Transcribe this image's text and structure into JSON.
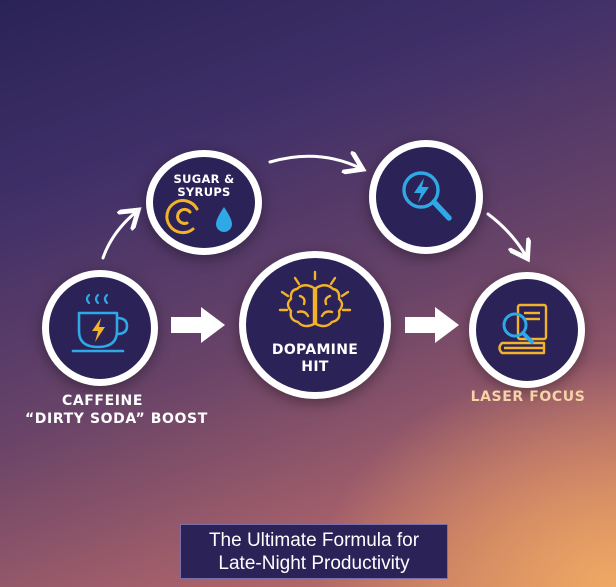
{
  "nodes": {
    "caffeine": {
      "caption_line1": "CAFFEINE",
      "caption_line2": "“DIRTY SODA” BOOST"
    },
    "sugar": {
      "label_line1": "SUGAR &",
      "label_line2": "SYRUPS"
    },
    "dopamine": {
      "label_line1": "DOPAMINE",
      "label_line2": "HIT"
    },
    "focus_icon": {},
    "laser": {
      "caption": "LASER FOCUS"
    }
  },
  "title": {
    "line1": "The Ultimate Formula for",
    "line2": "Late-Night Productivity"
  },
  "colors": {
    "node_fill": "#2b2258",
    "icon_blue": "#2fa9e6",
    "icon_gold": "#f2b229",
    "border": "#ffffff"
  },
  "icons": [
    "coffee-cup-icon",
    "lightning-icon",
    "water-drop-icon",
    "swirl-icon",
    "brain-icon",
    "magnifier-icon",
    "book-icon"
  ]
}
